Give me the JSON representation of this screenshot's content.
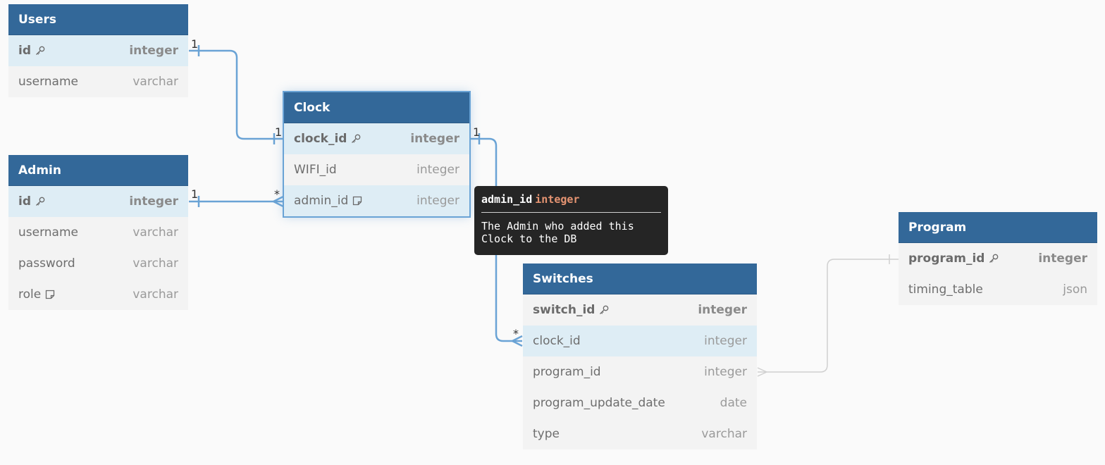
{
  "colors": {
    "header": "#336899",
    "relation_active": "#6aa3d5",
    "relation_inactive": "#d0d0d0",
    "row_highlight": "#deedf5",
    "row_default": "#f3f3f3",
    "tooltip_bg": "#252525",
    "tooltip_type": "#e69472"
  },
  "tables": {
    "users": {
      "name": "Users",
      "fields": [
        {
          "name": "id",
          "type": "integer",
          "icon": "key-icon"
        },
        {
          "name": "username",
          "type": "varchar"
        }
      ]
    },
    "admin": {
      "name": "Admin",
      "fields": [
        {
          "name": "id",
          "type": "integer",
          "icon": "key-icon"
        },
        {
          "name": "username",
          "type": "varchar"
        },
        {
          "name": "password",
          "type": "varchar"
        },
        {
          "name": "role",
          "type": "varchar",
          "icon": "note-icon"
        }
      ]
    },
    "clock": {
      "name": "Clock",
      "fields": [
        {
          "name": "clock_id",
          "type": "integer",
          "icon": "key-icon"
        },
        {
          "name": "WIFI_id",
          "type": "integer"
        },
        {
          "name": "admin_id",
          "type": "integer",
          "icon": "note-icon"
        }
      ]
    },
    "switches": {
      "name": "Switches",
      "fields": [
        {
          "name": "switch_id",
          "type": "integer",
          "icon": "key-icon"
        },
        {
          "name": "clock_id",
          "type": "integer"
        },
        {
          "name": "program_id",
          "type": "integer"
        },
        {
          "name": "program_update_date",
          "type": "date"
        },
        {
          "name": "type",
          "type": "varchar"
        }
      ]
    },
    "program": {
      "name": "Program",
      "fields": [
        {
          "name": "program_id",
          "type": "integer",
          "icon": "key-icon"
        },
        {
          "name": "timing_table",
          "type": "json"
        }
      ]
    }
  },
  "relations": {
    "users_clock": {
      "from": "Users.id",
      "to": "Clock.clock_id",
      "from_card": "1",
      "to_card": "1"
    },
    "admin_clock": {
      "from": "Admin.id",
      "to": "Clock.admin_id",
      "from_card": "1",
      "to_card": "*"
    },
    "clock_switches": {
      "from": "Clock.clock_id",
      "to": "Switches.clock_id",
      "from_card": "1",
      "to_card": "*"
    },
    "program_switches": {
      "from": "Program.program_id",
      "to": "Switches.program_id"
    }
  },
  "tooltip": {
    "field": "admin_id",
    "type": "integer",
    "note": "The Admin who added this\nClock to the DB"
  }
}
